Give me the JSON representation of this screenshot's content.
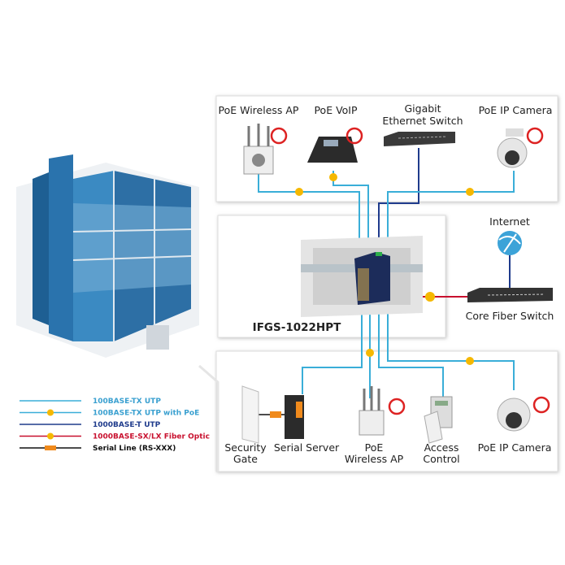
{
  "colors": {
    "utp": "#3aaed8",
    "poe_badge": "#f5b800",
    "gigabit": "#1f3b8c",
    "fiber": "#c8102e",
    "serial": "#111111"
  },
  "top_devices": [
    {
      "label": "PoE Wireless AP",
      "icon": "wireless-ap-icon"
    },
    {
      "label": "PoE VoIP",
      "icon": "voip-phone-icon"
    },
    {
      "label_line1": "Gigabit",
      "label_line2": "Ethernet Switch",
      "icon": "ethernet-switch-icon"
    },
    {
      "label": "PoE IP Camera",
      "icon": "ip-camera-icon"
    }
  ],
  "center": {
    "model": "IFGS-1022HPT",
    "internet": "Internet",
    "core": "Core Fiber Switch"
  },
  "bottom_devices": [
    {
      "label_line1": "Security",
      "label_line2": "Gate"
    },
    {
      "label_line1": "Serial Server"
    },
    {
      "label_line1": "PoE",
      "label_line2": "Wireless AP"
    },
    {
      "label_line1": "Access",
      "label_line2": "Control"
    },
    {
      "label_line1": "PoE IP Camera"
    }
  ],
  "legend": [
    {
      "label": "100BASE-TX UTP",
      "color": "#3aaed8",
      "badge": false
    },
    {
      "label": "100BASE-TX UTP with PoE",
      "color": "#3aaed8",
      "badge": "poe"
    },
    {
      "label": "1000BASE-T UTP",
      "color": "#1f3b8c",
      "badge": false
    },
    {
      "label": "1000BASE-SX/LX Fiber Optic",
      "color": "#c8102e",
      "badge": "fiber"
    },
    {
      "label": "Serial Line (RS-XXX)",
      "color": "#111111",
      "badge": "serial"
    }
  ]
}
